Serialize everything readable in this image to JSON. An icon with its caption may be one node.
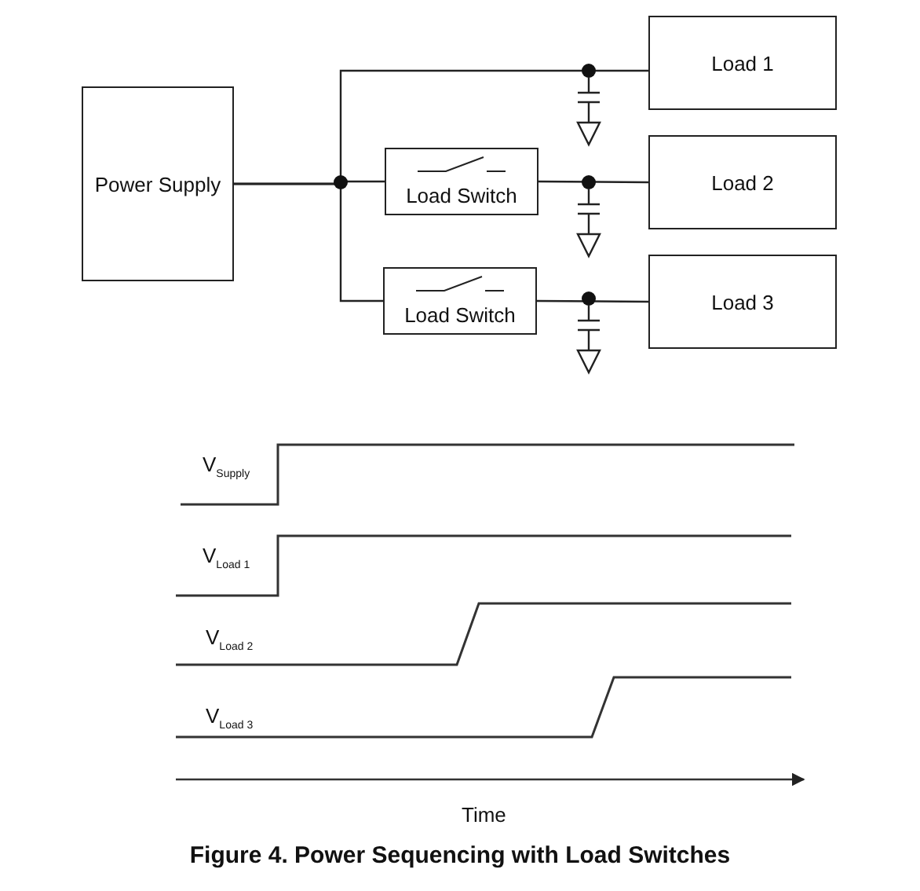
{
  "diagram": {
    "caption": "Figure 4. Power Sequencing with Load Switches",
    "nodes": [
      {
        "text": [
          "Power Supply"
        ]
      },
      {
        "text": [
          "Load Switch"
        ]
      },
      {
        "text": [
          "Load Switch"
        ]
      },
      {
        "text": [
          "Load 1"
        ]
      },
      {
        "text": [
          "Load 2"
        ]
      },
      {
        "text": [
          "Load 3"
        ]
      }
    ],
    "edges": [
      {
        "from": 0,
        "to": 3,
        "arrow": "none"
      },
      {
        "from": 0,
        "to": 1,
        "arrow": "none"
      },
      {
        "from": 0,
        "to": 2,
        "arrow": "none"
      },
      {
        "from": 1,
        "to": 4,
        "arrow": "none"
      },
      {
        "from": 2,
        "to": 5,
        "arrow": "none"
      }
    ],
    "labels": [
      "V$_{Supply}$",
      "V$_{Load 1}$",
      "V$_{Load 2}$",
      "V$_{Load 3}$",
      "Time"
    ]
  }
}
